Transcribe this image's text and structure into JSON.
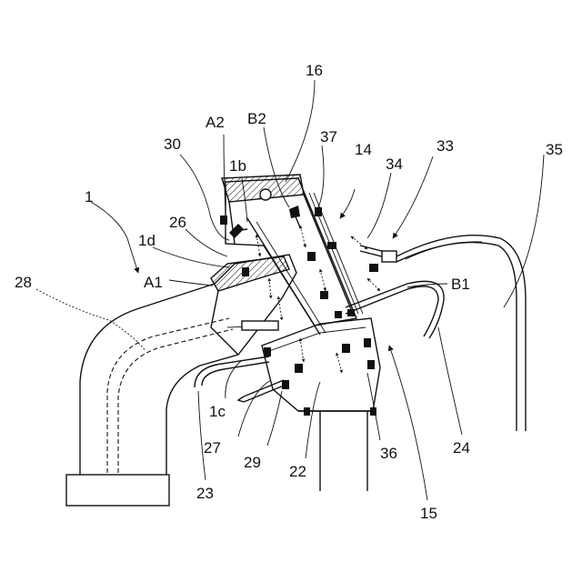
{
  "labels": {
    "l1": "1",
    "l28": "28",
    "lA1": "A1",
    "l1d": "1d",
    "l26": "26",
    "l30": "30",
    "lA2": "A2",
    "l1b": "1b",
    "lB2": "B2",
    "l16": "16",
    "l37": "37",
    "l14": "14",
    "l34": "34",
    "l33": "33",
    "l35": "35",
    "lB1": "B1",
    "l1c": "1c",
    "l27": "27",
    "l29": "29",
    "l22": "22",
    "l36": "36",
    "l24": "24",
    "l23": "23",
    "l15": "15"
  }
}
